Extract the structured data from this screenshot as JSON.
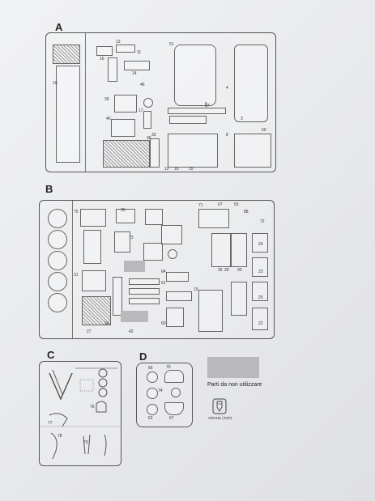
{
  "sprues": {
    "a": {
      "letter": "A",
      "labels": [
        "10",
        "13",
        "16",
        "11",
        "14",
        "46",
        "51",
        "4",
        "5",
        "39",
        "17",
        "37",
        "40",
        "36",
        "3",
        "12",
        "16",
        "15",
        "8",
        "50",
        "33"
      ]
    },
    "b": {
      "letter": "B",
      "labels": [
        "75",
        "71",
        "67",
        "53",
        "88",
        "72",
        "73",
        "26",
        "25",
        "24",
        "27",
        "28",
        "30",
        "31",
        "34",
        "35",
        "42",
        "64",
        "61",
        "60",
        "19",
        "22",
        "23"
      ]
    },
    "c": {
      "letter": "C",
      "labels": [
        "76",
        "77",
        "78",
        "79"
      ]
    },
    "d": {
      "letter": "D",
      "labels": [
        "66",
        "70",
        "74",
        "62",
        "67"
      ]
    }
  },
  "legend": {
    "not_used_text": "Parti da non utilizzare",
    "note_text": "ARGHE (TOP)"
  }
}
